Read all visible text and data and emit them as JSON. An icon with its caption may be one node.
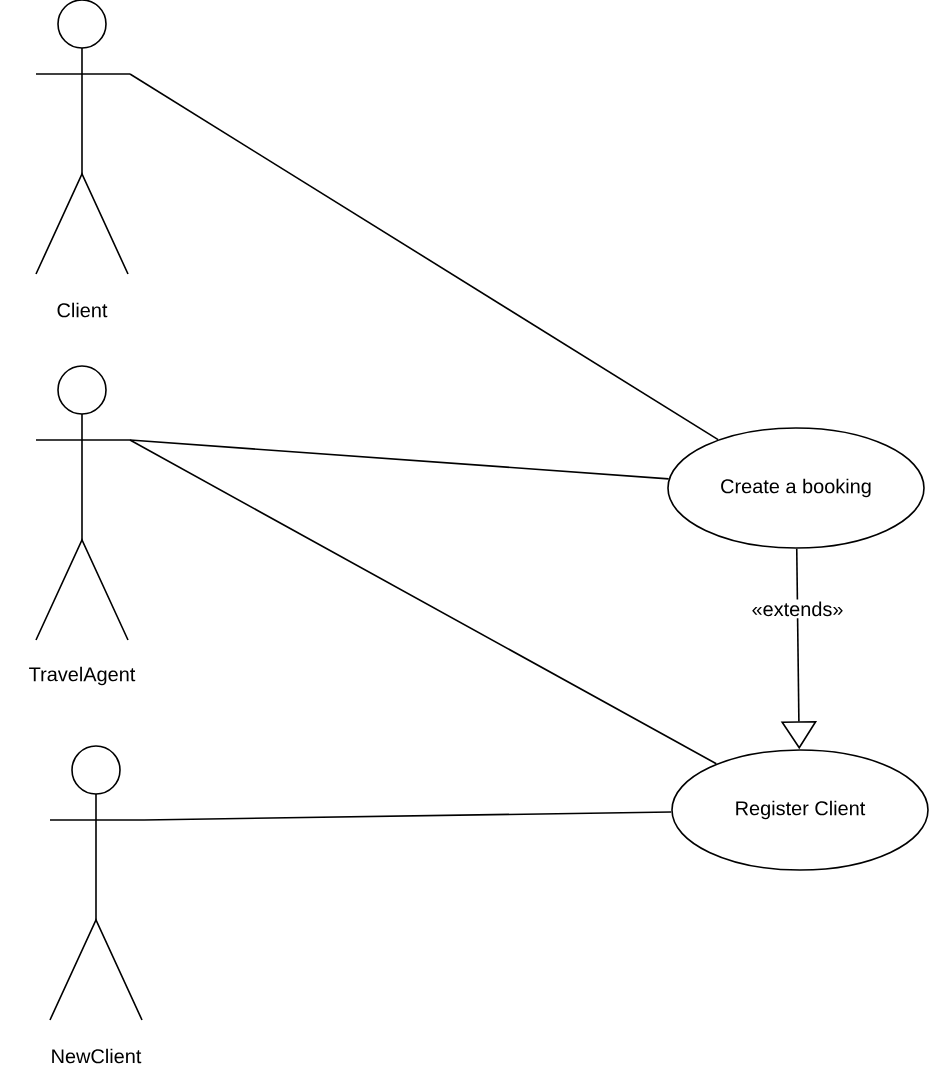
{
  "diagram": {
    "nodes": [
      {
        "text": [
          "Client"
        ]
      },
      {
        "text": [
          "TravelAgent"
        ]
      },
      {
        "text": [
          "Create a booking"
        ]
      },
      {
        "text": [
          "Register Client"
        ]
      },
      {
        "text": [
          "NewClient"
        ]
      }
    ],
    "edges": [
      {
        "from": 0,
        "to": 2,
        "arrow": "none"
      },
      {
        "from": 1,
        "to": 2,
        "arrow": "none"
      },
      {
        "from": 1,
        "to": 3,
        "arrow": "none"
      },
      {
        "from": 4,
        "to": 3,
        "arrow": "none"
      },
      {
        "from": 2,
        "to": 3,
        "arrow": "to",
        "label": "«extends»"
      }
    ]
  }
}
